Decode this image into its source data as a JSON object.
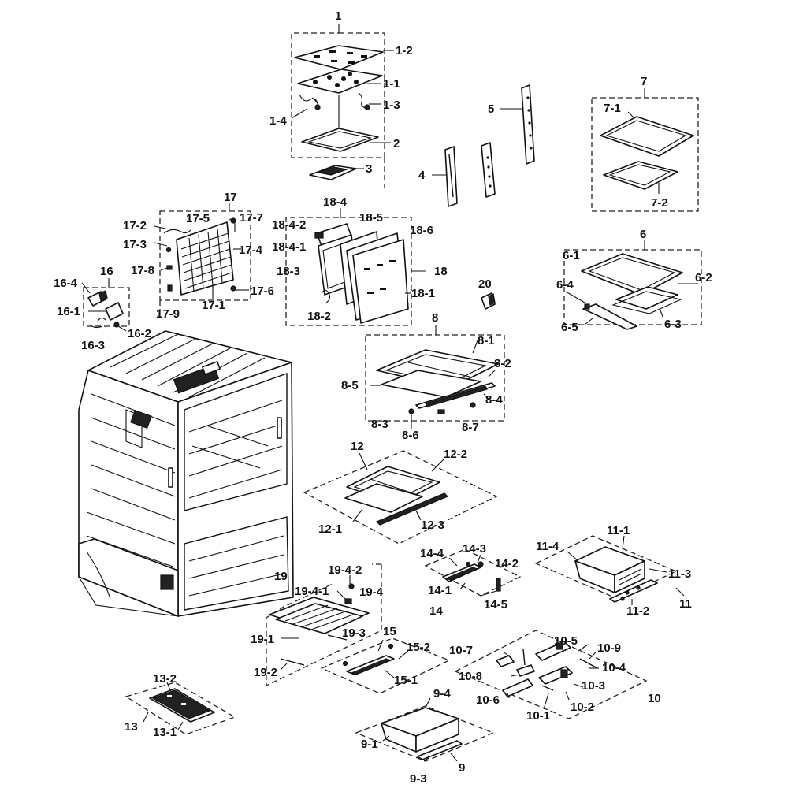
{
  "labels": {
    "l1": "1",
    "l1_2": "1-2",
    "l1_1": "1-1",
    "l1_3": "1-3",
    "l1_4": "1-4",
    "l2": "2",
    "l3": "3",
    "l4": "4",
    "l5": "5",
    "l7": "7",
    "l7_1": "7-1",
    "l7_2": "7-2",
    "l17": "17",
    "l17_2": "17-2",
    "l17_5": "17-5",
    "l17_7": "17-7",
    "l17_3": "17-3",
    "l17_4": "17-4",
    "l17_8": "17-8",
    "l17_6": "17-6",
    "l17_1": "17-1",
    "l17_9": "17-9",
    "l18_4": "18-4",
    "l18_4_2": "18-4-2",
    "l18_5": "18-5",
    "l18_6": "18-6",
    "l18_4_1": "18-4-1",
    "l18_3": "18-3",
    "l18": "18",
    "l18_1": "18-1",
    "l18_2": "18-2",
    "l16": "16",
    "l16_4": "16-4",
    "l16_1": "16-1",
    "l16_2": "16-2",
    "l16_3": "16-3",
    "l20": "20",
    "l6": "6",
    "l6_1": "6-1",
    "l6_2": "6-2",
    "l6_4": "6-4",
    "l6_3": "6-3",
    "l6_5": "6-5",
    "l8": "8",
    "l8_1": "8-1",
    "l8_2": "8-2",
    "l8_5": "8-5",
    "l8_4": "8-4",
    "l8_3": "8-3",
    "l8_6": "8-6",
    "l8_7": "8-7",
    "l12": "12",
    "l12_2": "12-2",
    "l12_1": "12-1",
    "l12_3": "12-3",
    "l14_4": "14-4",
    "l14_3": "14-3",
    "l14_2": "14-2",
    "l14_1": "14-1",
    "l14_5": "14-5",
    "l14": "14",
    "l11_1": "11-1",
    "l11_4": "11-4",
    "l11_3": "11-3",
    "l11_2": "11-2",
    "l11": "11",
    "l19_4_2": "19-4-2",
    "l19": "19",
    "l19_4_1": "19-4-1",
    "l19_4": "19-4",
    "l19_1": "19-1",
    "l19_3": "19-3",
    "l19_2": "19-2",
    "l15": "15",
    "l15_2": "15-2",
    "l15_1": "15-1",
    "l10_7": "10-7",
    "l10_5": "10-5",
    "l10_9": "10-9",
    "l10_4": "10-4",
    "l10_8": "10-8",
    "l10_3": "10-3",
    "l10_6": "10-6",
    "l10_2": "10-2",
    "l10_1": "10-1",
    "l10": "10",
    "l13_2": "13-2",
    "l13": "13",
    "l13_1": "13-1",
    "l9_4": "9-4",
    "l9_1": "9-1",
    "l9": "9",
    "l9_3": "9-3"
  }
}
